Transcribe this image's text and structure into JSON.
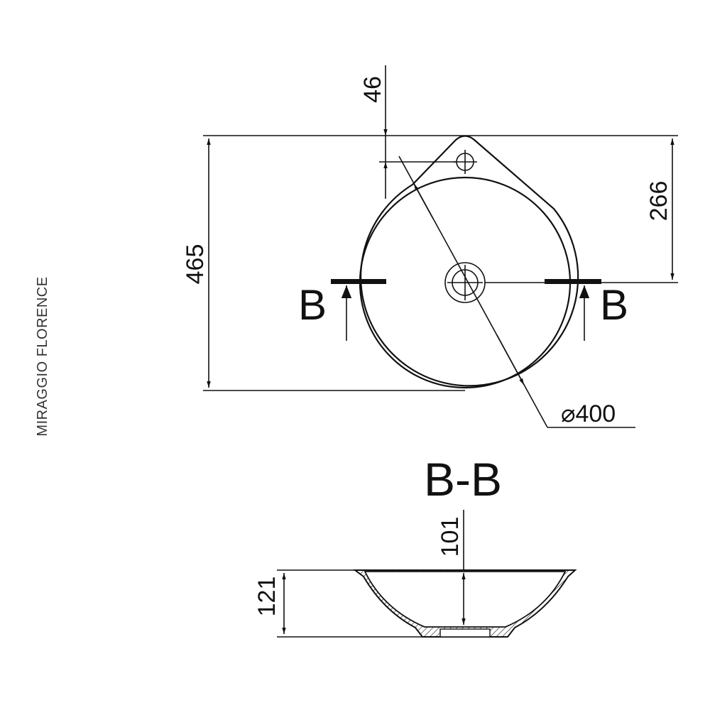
{
  "product_name": "MIRAGGIO FLORENCE",
  "plan_view": {
    "dimensions": {
      "overall_depth": "465",
      "tap_hole_offset": "46",
      "drain_to_back": "266",
      "diameter": "⌀400"
    },
    "section_marker_left": "B",
    "section_marker_right": "B"
  },
  "section_view": {
    "title": "B-B",
    "dimensions": {
      "overall_height": "121",
      "basin_depth": "101"
    }
  },
  "colors": {
    "line": "#111111",
    "background": "#ffffff",
    "side_text": "#333333"
  }
}
